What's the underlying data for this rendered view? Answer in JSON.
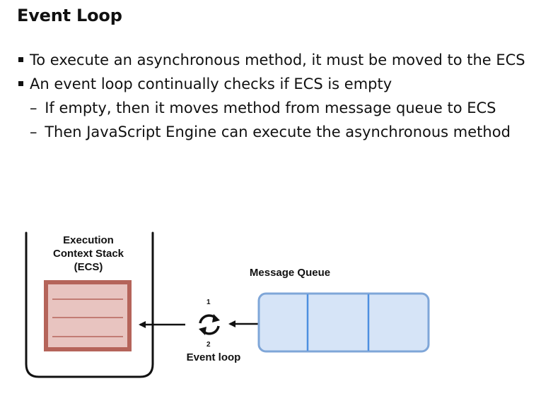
{
  "slide": {
    "title": "Event Loop",
    "bullets": [
      "To execute an asynchronous method, it must be moved to the ECS",
      "An event loop continually checks if ECS is empty"
    ],
    "sub_bullets": [
      "If empty, then it moves method from message queue to ECS",
      "Then JavaScript Engine can execute the asynchronous method"
    ],
    "sub_marker": "–"
  },
  "diagram": {
    "ecs_label_lines": [
      "Execution",
      "Context Stack",
      "(ECS)"
    ],
    "message_queue_label": "Message Queue",
    "event_loop_label": "Event loop",
    "loop_step_top": "1",
    "loop_step_bottom": "2",
    "colors": {
      "stack_fill": "#e8c4c0",
      "stack_border": "#b5645a",
      "queue_fill": "#d6e4f7",
      "queue_border": "#7fa6d8",
      "queue_divider": "#4d8fe0"
    }
  }
}
